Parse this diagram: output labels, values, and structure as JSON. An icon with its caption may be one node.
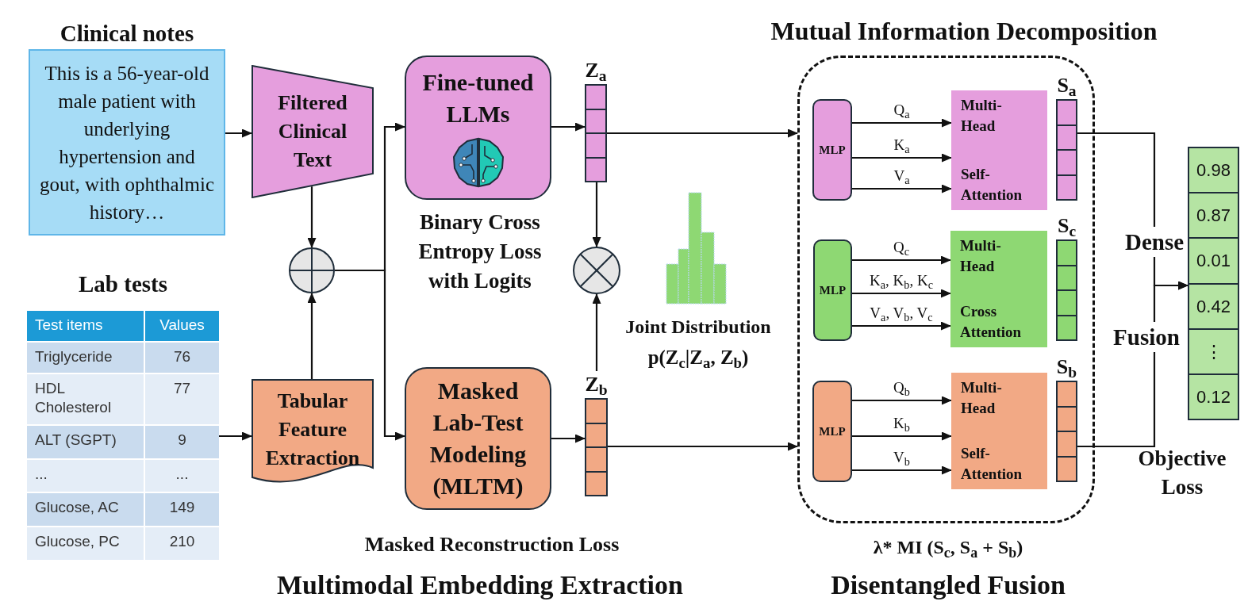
{
  "diagram": {
    "nodes": [
      {
        "text": [
          "Clinical notes",
          "This is a 56-year-old male patient with underlying hypertension and gout, with ophthalmic history…"
        ]
      },
      {
        "text": [
          "Lab tests"
        ]
      },
      {
        "text": [
          "Filtered Clinical Text"
        ]
      },
      {
        "text": [
          "Tabular Feature Extraction"
        ]
      },
      {
        "text": [],
        "shape": "circle"
      },
      {
        "text": [
          "Fine-tuned LLMs"
        ],
        "beside": [
          "Binary Cross Entropy Loss with Logits"
        ]
      },
      {
        "text": [
          "Masked Lab-Test Modeling (MLTM)"
        ],
        "beside": [
          "Masked Reconstruction Loss"
        ]
      },
      {
        "text": [
          "Z$_{a}$"
        ]
      },
      {
        "text": [
          "Z$_{b}$"
        ]
      },
      {
        "text": [],
        "shape": "circle"
      },
      {
        "text": [],
        "shape": "box",
        "beside": [
          "λ* MI (S$_{c}$, S$_{a}$ + S$_{b}$)"
        ]
      },
      {
        "text": [
          "MLP"
        ],
        "in": 10
      },
      {
        "text": [
          "Multi-Head",
          "Self-Attention"
        ],
        "in": 10
      },
      {
        "text": [
          "S$_{a}$"
        ],
        "in": 10
      },
      {
        "text": [
          "MLP"
        ],
        "in": 10
      },
      {
        "text": [
          "Multi-Head",
          "Cross Attention"
        ],
        "in": 10
      },
      {
        "text": [
          "S$_{c}$"
        ],
        "in": 10
      },
      {
        "text": [
          "MLP"
        ],
        "in": 10
      },
      {
        "text": [
          "Multi-Head",
          "Self-Attention"
        ],
        "in": 10
      },
      {
        "text": [
          "S$_{b}$"
        ],
        "in": 10
      },
      {
        "text": [
          "0.98",
          "0.87",
          "0.01",
          "0.42",
          "⋮",
          "0.12"
        ],
        "beside": [
          "Objective Loss"
        ]
      }
    ],
    "edges": [
      {
        "from": 0,
        "to": 2,
        "arrow": "to"
      },
      {
        "from": 1,
        "to": 3,
        "arrow": "to"
      },
      {
        "from": 2,
        "to": 4,
        "arrow": "to"
      },
      {
        "from": 3,
        "to": 4,
        "arrow": "to"
      },
      {
        "from": 4,
        "to": 5,
        "arrow": "to"
      },
      {
        "from": 4,
        "to": 6,
        "arrow": "to"
      },
      {
        "from": 5,
        "to": 7,
        "arrow": "to"
      },
      {
        "from": 6,
        "to": 8,
        "arrow": "to"
      },
      {
        "from": 7,
        "to": 9,
        "arrow": "to"
      },
      {
        "from": 8,
        "to": 9,
        "arrow": "to"
      },
      {
        "from": 7,
        "to": 10,
        "arrow": "to"
      },
      {
        "from": 8,
        "to": 10,
        "arrow": "to"
      },
      {
        "from": 11,
        "to": 12,
        "arrow": "to",
        "label": "Q$_{a}$"
      },
      {
        "from": 11,
        "to": 12,
        "arrow": "to",
        "label": "K$_{a}$"
      },
      {
        "from": 11,
        "to": 12,
        "arrow": "to",
        "label": "V$_{a}$"
      },
      {
        "from": 14,
        "to": 15,
        "arrow": "to",
        "label": "Q$_{c}$"
      },
      {
        "from": 14,
        "to": 15,
        "arrow": "to",
        "label": "K$_{a}$, K$_{b}$, K$_{c}$"
      },
      {
        "from": 14,
        "to": 15,
        "arrow": "to",
        "label": "V$_{a}$, V$_{b}$, V$_{c}$"
      },
      {
        "from": 17,
        "to": 18,
        "arrow": "to",
        "label": "Q$_{b}$"
      },
      {
        "from": 17,
        "to": 18,
        "arrow": "to",
        "label": "K$_{b}$"
      },
      {
        "from": 17,
        "to": 18,
        "arrow": "to",
        "label": "V$_{b}$"
      },
      {
        "from": 13,
        "to": 20,
        "arrow": "to"
      },
      {
        "from": 19,
        "to": 20,
        "arrow": "to"
      }
    ],
    "labels": [
      "Mutual Information Decomposition",
      "Test items",
      "Values",
      "Triglyceride",
      "76",
      "HDL Cholesterol",
      "77",
      "ALT (SGPT)",
      "9",
      "...",
      "...",
      "Glucose, AC",
      "149",
      "Glucose, PC",
      "210",
      "Joint Distribution",
      "p(Z$_{c}$|Z$_{a}$, Z$_{b}$)",
      "Dense",
      "Fusion",
      "Multimodal Embedding Extraction",
      "Disentangled Fusion"
    ]
  }
}
